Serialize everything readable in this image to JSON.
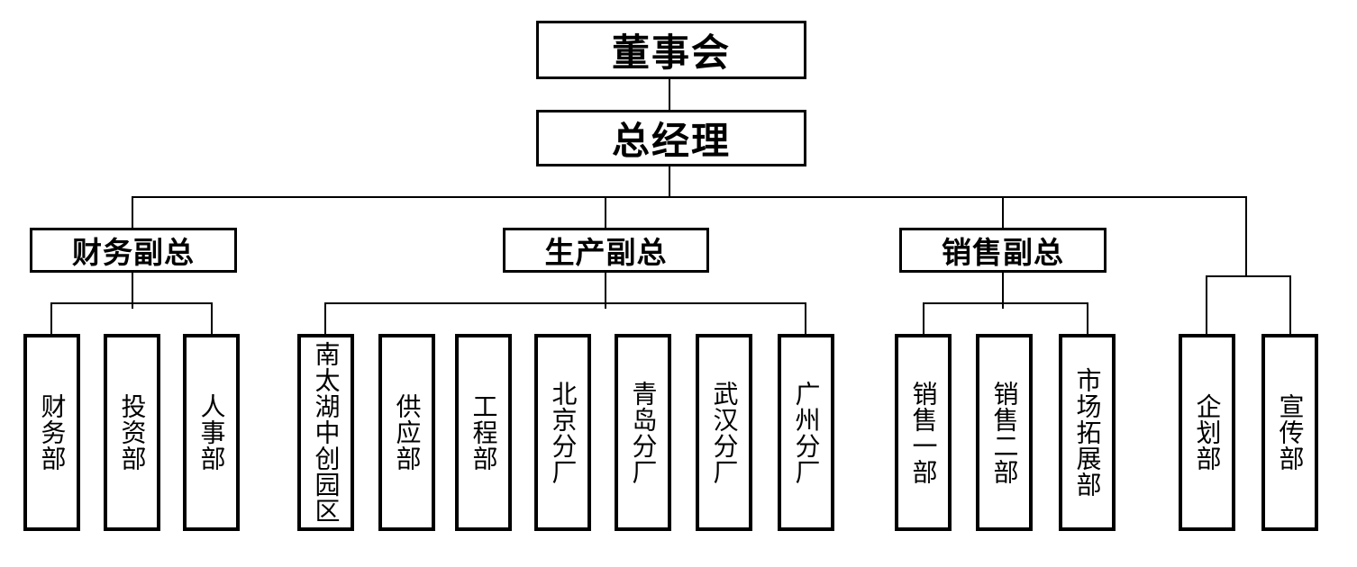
{
  "org": {
    "board": "董事会",
    "general_manager": "总经理",
    "vps": {
      "finance": "财务副总",
      "production": "生产副总",
      "sales": "销售副总"
    },
    "finance_departments": [
      "财务部",
      "投资部",
      "人事部"
    ],
    "production_departments": [
      "南太湖中创园区",
      "供应部",
      "工程部",
      "北京分厂",
      "青岛分厂",
      "武汉分厂",
      "广州分厂"
    ],
    "sales_departments": [
      "销售一部",
      "销售二部",
      "市场拓展部"
    ],
    "staff_departments": [
      "企划部",
      "宣传部"
    ]
  },
  "colors": {
    "background": "#ffffff",
    "box_fill": "#ffffff",
    "box_border": "#000000",
    "text": "#000000",
    "connector": "#000000"
  }
}
